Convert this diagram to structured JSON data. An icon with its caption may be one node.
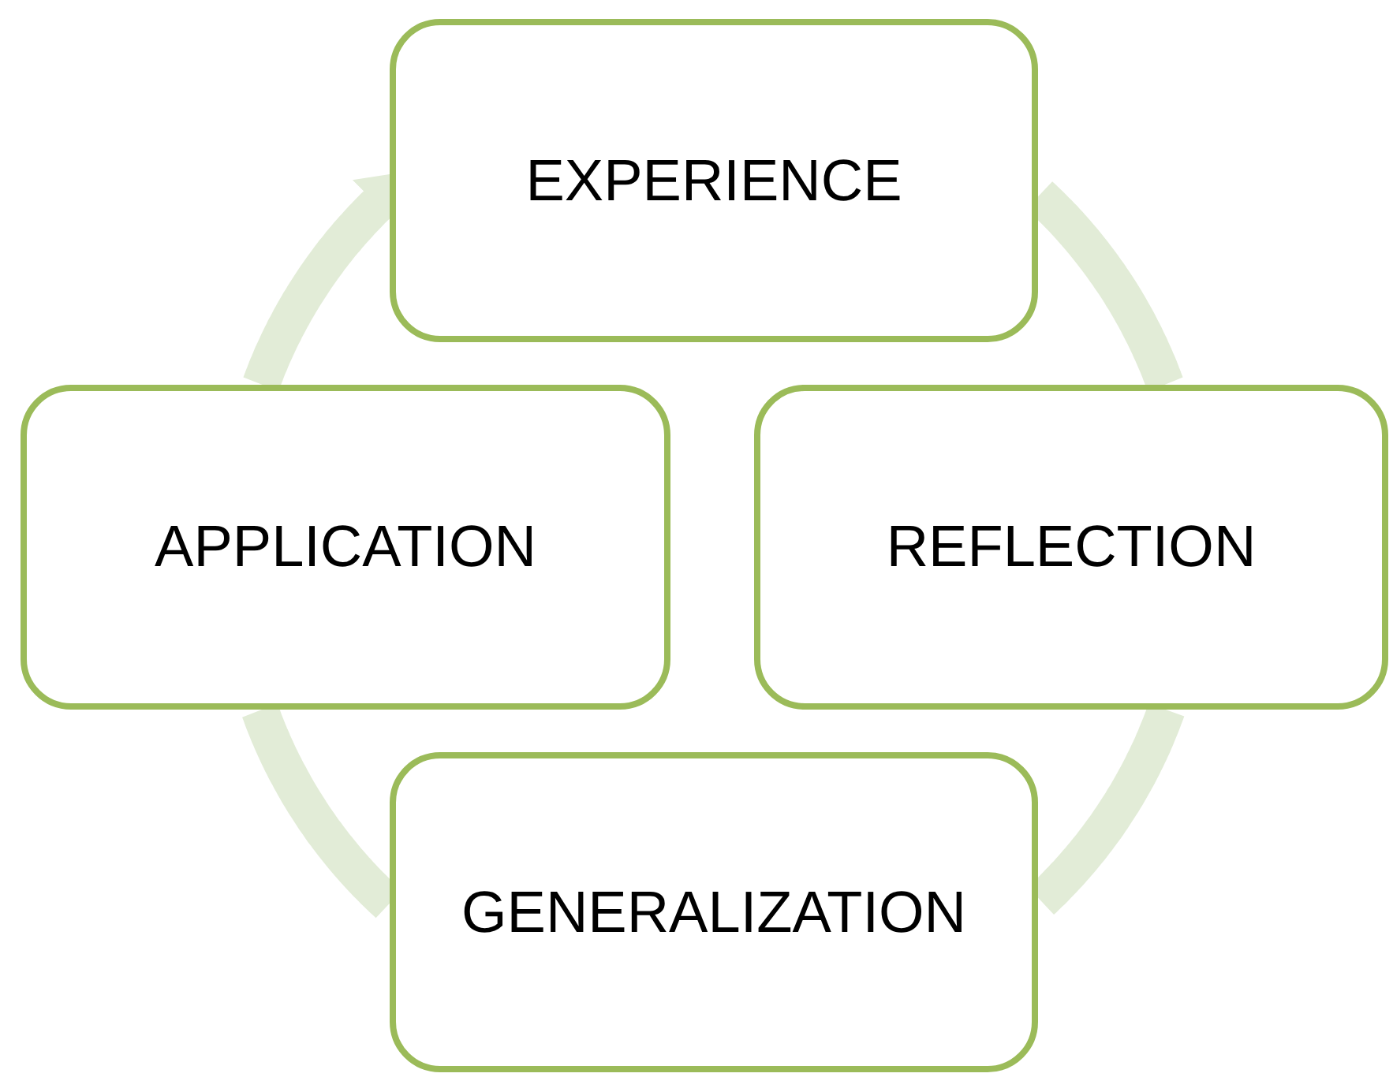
{
  "diagram": {
    "nodes": [
      {
        "text": [
          "EXPERIENCE"
        ]
      },
      {
        "text": [
          "REFLECTION"
        ]
      },
      {
        "text": [
          "GENERALIZATION"
        ]
      },
      {
        "text": [
          "APPLICATION"
        ]
      }
    ],
    "edges": [
      {
        "from": 0,
        "to": 1,
        "arrow": "none"
      },
      {
        "from": 1,
        "to": 2,
        "arrow": "none"
      },
      {
        "from": 2,
        "to": 3,
        "arrow": "none"
      },
      {
        "from": 3,
        "to": 0,
        "arrow": "to"
      }
    ]
  }
}
